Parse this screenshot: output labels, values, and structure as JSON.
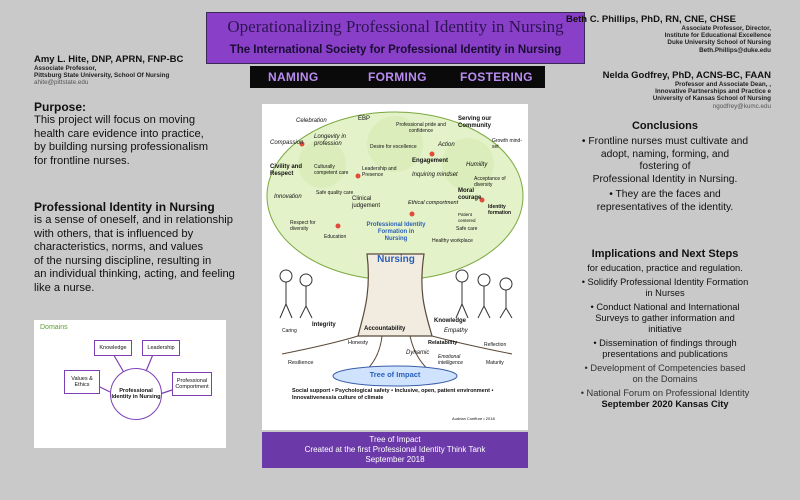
{
  "title": {
    "main": "Operationalizing Professional Identity in Nursing",
    "sub": "The International Society for Professional Identity in Nursing"
  },
  "banner": [
    "NAMING",
    "FORMING",
    "FOSTERING"
  ],
  "author_left": {
    "name": "Amy L. Hite, DNP, APRN, FNP-BC",
    "lines": [
      "Associate Professor,",
      "Pittsburg State University,  School Of Nursing"
    ],
    "email": "ahite@pittstate.edu"
  },
  "author_right1": {
    "name": "Beth C. Phillips, PhD, RN, CNE, CHSE",
    "lines": [
      "Associate Professor, Director,",
      "Institute for Educational Excellence",
      "Duke University School of Nursing"
    ],
    "email": "Beth.Phillips@duke.edu"
  },
  "author_right2": {
    "name": "Nelda Godfrey, PhD, ACNS-BC, FAAN",
    "lines": [
      "Professor and Associate Dean, ,",
      "Innovative Partnerships and Practice e",
      "University of Kansas School of Nursing"
    ],
    "email": "ngodfrey@kumc.edu"
  },
  "purpose": {
    "heading": "Purpose:",
    "lines": [
      "This project will focus on moving",
      "health care evidence into practice,",
      "by building nursing professionalism",
      "for frontline nurses."
    ]
  },
  "definition": {
    "heading": "Professional Identity in Nursing",
    "lines": [
      "is a sense of oneself, and in relationship",
      " with others, that is influenced by",
      "characteristics, norms, and values",
      "of the nursing discipline, resulting in",
      "an individual thinking, acting, and feeling",
      "like a nurse."
    ]
  },
  "domains": {
    "label": "Domains",
    "center": "Professional Identity in Nursing",
    "items": [
      "Knowledge",
      "Leadership",
      "Values & Ethics",
      "Professional Comportment"
    ]
  },
  "tree": {
    "words": [
      "Celebration",
      "EBP",
      "Professional pride and confidence",
      "Serving our Community",
      "Compassion",
      "Longevity in profession",
      "Desire for excellence",
      "Action",
      "Growth mind-set",
      "Civility and Respect",
      "Culturally competent care",
      "Leadership and Presence",
      "Engagement",
      "Humility",
      "Inquiring mindset",
      "Acceptance of diversity",
      "Innovation",
      "Safe quality care",
      "Clinical judgement",
      "Ethical comportment",
      "Moral courage",
      "Identity formation",
      "Patient centered",
      "Respect for diversity",
      "Safe care",
      "Professional Identity Formation in Nursing",
      "Nursing",
      "Education",
      "Healthy workplace",
      "Integrity",
      "Accountability",
      "Knowledge",
      "Empathy",
      "Caring",
      "Honesty",
      "Relatability",
      "Reflection",
      "Resilience",
      "Emotional intelligence",
      "Maturity",
      "Dynamic",
      "Tree of Impact",
      "Social support • Psychological safety • Inclusive, open, patient environment • Innovativeness/a culture of climate",
      "Audrian Coeffure • 2018"
    ]
  },
  "caption": [
    "Tree of Impact",
    "Created at the first Professional Identity Think Tank",
    "September 2018"
  ],
  "conclusions": {
    "heading": "Conclusions",
    "items": [
      [
        "• Frontline nurses must cultivate and",
        "adopt, naming, forming, and",
        "fostering of",
        "Professional Identity in Nursing."
      ],
      [
        "• They are the faces and",
        "representatives of the identity."
      ]
    ]
  },
  "implications": {
    "heading": "Implications and Next Steps",
    "intro": "for education, practice and regulation.",
    "items": [
      [
        "•  Solidify Professional Identity Formation",
        "in Nurses"
      ],
      [
        "•  Conduct National and International",
        "Surveys to gather information and",
        "initiative"
      ],
      [
        "•  Dissemination of findings through",
        "presentations and publications"
      ],
      [
        "•  Development of Competencies based",
        "on the Domains"
      ],
      [
        "•  National Forum on Professional Identity"
      ]
    ],
    "final": "September 2020 Kansas City"
  }
}
